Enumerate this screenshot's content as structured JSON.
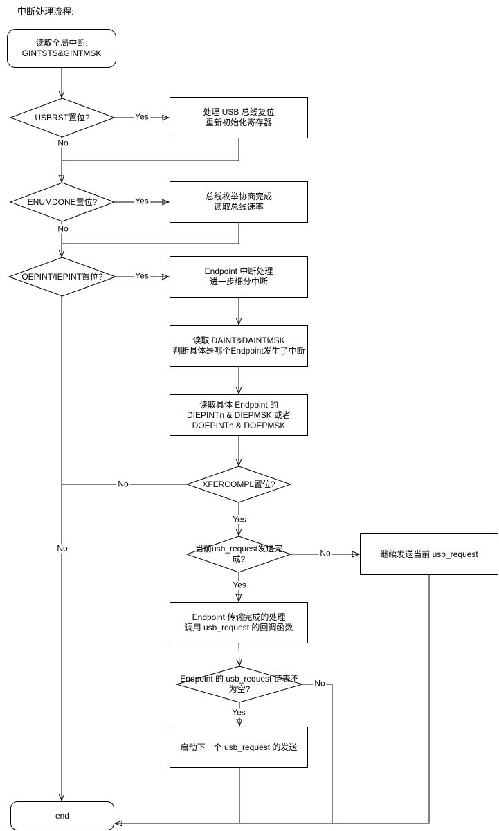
{
  "title": "中断处理流程:",
  "colors": {
    "stroke": "#000000",
    "fill": "#ffffff",
    "text": "#000000",
    "background": "#ffffff"
  },
  "nodes": {
    "start": {
      "label": "读取全局中断:\nGINTSTS&GINTMSK"
    },
    "d_usbrst": {
      "label": "USBRST置位?"
    },
    "r_usbrst": {
      "label": "处理 USB 总线复位\n重新初始化寄存器"
    },
    "d_enumdone": {
      "label": "ENUMDONE置位?"
    },
    "r_enumdone": {
      "label": "总线枚举协商完成\n读取总线速率"
    },
    "d_epint": {
      "label": "OEPINT/IEPINT置位?"
    },
    "r_epint": {
      "label": "Endpoint 中断处理\n进一步细分中断"
    },
    "r_daint": {
      "label": "读取 DAINT&DAINTMSK\n判断具体是哪个Endpoint发生了中断"
    },
    "r_diepint": {
      "label": "读取具体 Endpoint 的\nDIEPINTn & DIEPMSK 或者\nDOEPINTn & DOEPMSK"
    },
    "d_xfercompl": {
      "label": "XFERCOMPL置位?"
    },
    "d_reqdone": {
      "label": "当前usb_request发送完\n成?"
    },
    "r_continue": {
      "label": "继续发送当前 usb_request"
    },
    "r_complete": {
      "label": "Endpoint 传输完成的处理\n调用 usb_request 的回调函数"
    },
    "d_list": {
      "label": "Endpoint 的 usb_request 链表不\n为空?"
    },
    "r_next": {
      "label": "启动下一个 usb_request 的发送"
    },
    "end": {
      "label": "end"
    }
  },
  "edges": {
    "usbrst": {
      "yes": "Yes",
      "no": "No"
    },
    "enumdone": {
      "yes": "Yes",
      "no": "No"
    },
    "epint": {
      "yes": "Yes",
      "no": "No"
    },
    "xfercompl": {
      "yes": "Yes",
      "no": "No"
    },
    "reqdone": {
      "yes": "Yes",
      "no": "No"
    },
    "list": {
      "yes": "Yes",
      "no": "No"
    }
  }
}
